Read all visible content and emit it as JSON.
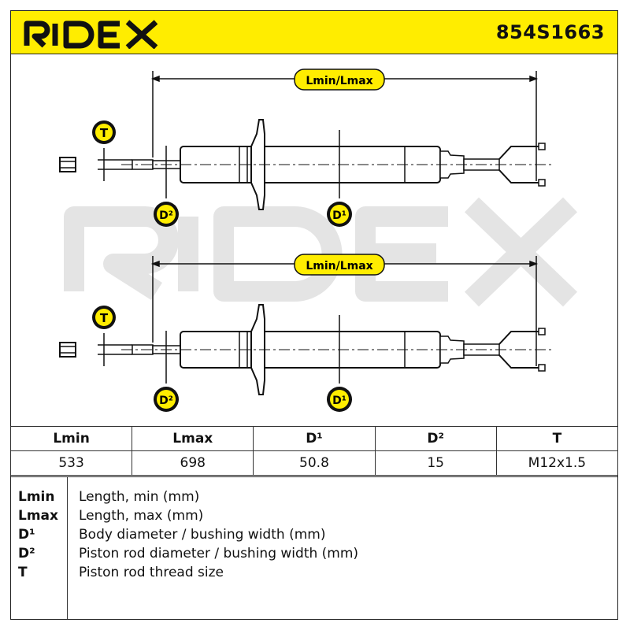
{
  "header": {
    "brand": "RIDEX",
    "part_number": "854S1663",
    "accent_color": "#ffed00"
  },
  "diagram": {
    "watermark": "RIDEX",
    "views": [
      {
        "length_label": "Lmin/Lmax",
        "thread_label": "T",
        "rod_label": "D²",
        "body_label": "D¹"
      },
      {
        "length_label": "Lmin/Lmax",
        "thread_label": "T",
        "rod_label": "D²",
        "body_label": "D¹"
      }
    ]
  },
  "specs": {
    "headers": [
      "Lmin",
      "Lmax",
      "D¹",
      "D²",
      "T"
    ],
    "values": [
      "533",
      "698",
      "50.8",
      "15",
      "M12x1.5"
    ]
  },
  "legend": [
    {
      "key": "Lmin",
      "desc": "Length, min (mm)"
    },
    {
      "key": "Lmax",
      "desc": "Length, max (mm)"
    },
    {
      "key": "D¹",
      "desc": "Body diameter / bushing width (mm)"
    },
    {
      "key": "D²",
      "desc": "Piston rod diameter / bushing width (mm)"
    },
    {
      "key": "T",
      "desc": "Piston rod thread size"
    }
  ]
}
